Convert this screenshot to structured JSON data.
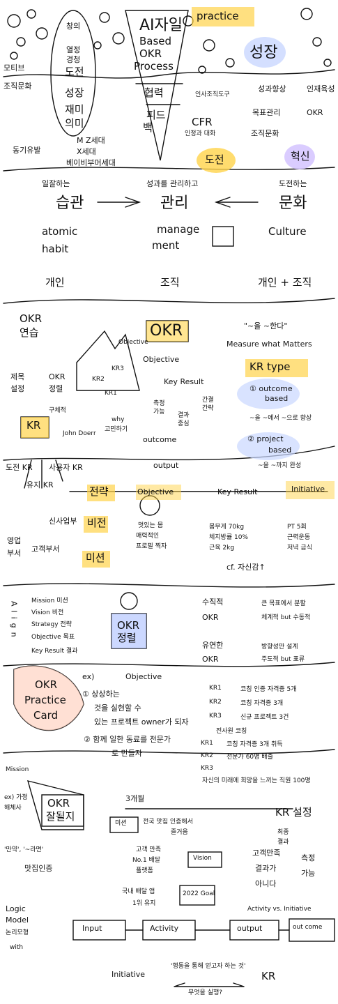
{
  "top": {
    "center_title": [
      "AI자일",
      "Based",
      "OKR",
      "Process"
    ],
    "practice": "practice",
    "growth": "성장",
    "collab": "협력",
    "collab_note": "인사조직도구",
    "feedback": [
      "피드",
      "백"
    ],
    "cfr": "CFR",
    "cfr_note": "인정과 대화",
    "motive": "모티브",
    "org_culture": "조직문화",
    "drive": "동기유발",
    "generations": [
      "M Z세대",
      "X세대",
      "베이비부머세대"
    ],
    "left_values": [
      "창의",
      "열정",
      "경청",
      "도전",
      "성장",
      "재미",
      "의미"
    ],
    "right_items": [
      "성과향상",
      "인재육성"
    ],
    "goal_mgmt": "목표관리",
    "okr_word": "OKR",
    "org_culture2": "조직문화",
    "change": "혁신",
    "challenge": "도전"
  },
  "habit": {
    "habit_top": "일잘하는",
    "habit_word": "습관",
    "habit_en": [
      "atomic",
      "habit"
    ],
    "habit_level": "개인",
    "mgmt_top": "성과를 관리하고",
    "mgmt_word": "관리",
    "mgmt_en": [
      "manage",
      "ment"
    ],
    "mgmt_level": "조직",
    "culture_top": "도전하는",
    "culture_word": "문화",
    "culture_en": "Culture",
    "culture_level": "개인 + 조직"
  },
  "okr": {
    "okr_learn": [
      "OKR",
      "연습"
    ],
    "set1": [
      "제목",
      "설정"
    ],
    "set2": [
      "OKR",
      "정렬"
    ],
    "okr_main": "OKR",
    "objective_small": "Objective",
    "objective": "Objective",
    "key_result": "Key Result",
    "kr_measure": [
      "측정",
      "가능"
    ],
    "kr_result": [
      "결과",
      "중심"
    ],
    "kr_simple": [
      "간결",
      "간략"
    ],
    "do_text": "\"~을 ~한다\"",
    "measure": "Measure what Matters",
    "kr_type": "KR type",
    "outcome_based": [
      "① outcome",
      "based"
    ],
    "outcome_desc": "~을 ~에서 ~으로 향상",
    "project_based": [
      "② project",
      "based"
    ],
    "project_desc": "~을 ~까지 완성",
    "why": "why",
    "why_ko": "고민하기",
    "john": "John Doerr",
    "outcome": "outcome",
    "output": "output",
    "kr_box": "KR",
    "kr_tag": "구체적",
    "kr_mount": [
      "KR2",
      "KR1",
      "KR3"
    ],
    "branches": [
      "도전 KR",
      "유지 KR",
      "사용자 KR"
    ],
    "left_foot": [
      "영업",
      "부서"
    ],
    "mid_foot": "고객부서",
    "right_foot": "신사업부"
  },
  "strategy": {
    "chain": [
      "전략",
      "Objective",
      "Key Result",
      "Initiative"
    ],
    "vision": "비전",
    "mission": "미션",
    "obj_desc": [
      "멋있는 몸",
      "매력적인",
      "프로필 찍자"
    ],
    "kr_desc": [
      "몸무게 70kg",
      "체지방률 10%",
      "근육 2kg"
    ],
    "init_desc": [
      "PT 5회",
      "근력운동",
      "저녁 금식"
    ],
    "cf": "cf. 자신감↑"
  },
  "align": {
    "vertical": "Align",
    "lines": [
      "Mission 미션",
      "Vision 비전",
      "Strategy 전략",
      "Objective 목표",
      "Key Result 결과"
    ],
    "box": [
      "OKR",
      "정렬"
    ],
    "top_word": [
      "수직적",
      "OKR"
    ],
    "top_desc": [
      "큰 목표에서 분할",
      "체계적 but 수동적"
    ],
    "bot_word": [
      "유연한",
      "OKR"
    ],
    "bot_desc": [
      "방향성만 설계",
      "주도적 but 표류"
    ]
  },
  "card": {
    "title": [
      "OKR",
      "Practice",
      "Card"
    ],
    "ex": "ex)",
    "objective": "Objective",
    "o1": [
      "① 상상하는",
      "것을 실현할 수",
      "있는 프로젝트 owner가 되자"
    ],
    "o2": [
      "② 함께 일한 동료를 전문가",
      "로 만들자"
    ],
    "kr_labels": [
      "KR1",
      "KR2",
      "KR3"
    ],
    "kr1": [
      "코칭 인증 자격증 5개",
      "코칭 자격증 3개",
      "신규 프로젝트 3건"
    ],
    "kr_mid": "전사원 코칭",
    "kr2": [
      "코칭 자격증 3개 취득",
      "전문가 60명 배출",
      "자신의 미래에 희망을 느끼는 직원 100명"
    ]
  },
  "bottom": {
    "mission": "Mission",
    "ex": [
      "ex) 가정",
      "해체사"
    ],
    "flag": [
      "'만약', '~라면'"
    ],
    "okr_box": [
      "OKR",
      "잘될지"
    ],
    "three_months": "3개월",
    "kr_set": "KR 설정",
    "mission_box": "미션",
    "mission_text": [
      "전국 맛집 인증해서",
      "즐거움"
    ],
    "vision_box": "Vision",
    "vision_text": [
      "고객 만족",
      "No.1 배달",
      "플랫폼"
    ],
    "goal_box": "2022 Goal",
    "goal_text": [
      "국내 배달 앱",
      "1위 유지"
    ],
    "restaurant": "맛집인증",
    "kr_note": [
      "고객만족",
      "결과가",
      "아니다"
    ],
    "kr_note2": [
      "측정",
      "가능"
    ],
    "final": [
      "최종",
      "결과"
    ],
    "act_init": "Activity vs. Initiative",
    "logic": [
      "Logic",
      "Model",
      "논리모형",
      "with"
    ],
    "flow": [
      "Input",
      "Activity",
      "output",
      "out come"
    ],
    "initiative": "Initiative",
    "kr_end": "KR",
    "quote": "'행동을 통해 얻고자 하는 것'",
    "quote2": "무엇을 실행?"
  }
}
